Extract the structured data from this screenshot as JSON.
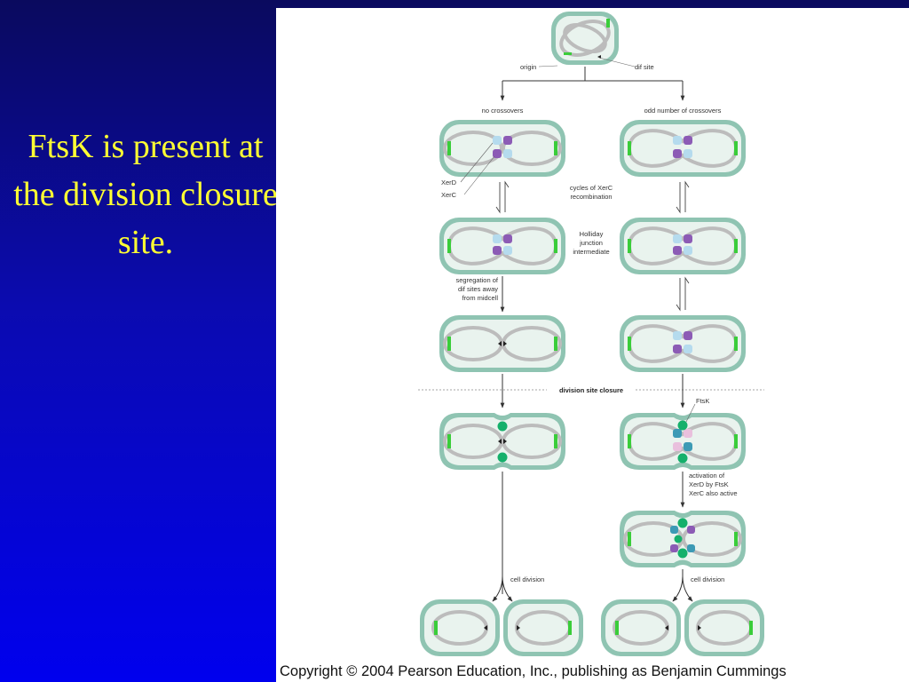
{
  "slide": {
    "title": "FtsK is present at the division closure site."
  },
  "diagram": {
    "labels": {
      "origin": "origin",
      "dif_site": "dif site",
      "no_crossovers": "no crossovers",
      "odd_crossovers": "odd number of crossovers",
      "xerd": "XerD",
      "xerc": "XerC",
      "cycles_1": "cycles of XerC",
      "cycles_2": "recombination",
      "holliday_1": "Holliday",
      "holliday_2": "junction",
      "holliday_3": "intermediate",
      "segregation_1": "segregation of",
      "segregation_2": "dif sites away",
      "segregation_3": "from midcell",
      "division_closure": "division site closure",
      "ftsk": "FtsK",
      "activation_1": "activation of",
      "activation_2": "XerD by FtsK",
      "activation_3": "XerC also active",
      "cell_division_left": "cell division",
      "cell_division_right": "cell division"
    },
    "colors": {
      "cell_wall": "#8fc4b2",
      "cytoplasm": "#e9f3ee",
      "dna": "#bcbcbc",
      "origin_green": "#3acd3a",
      "xerd_purple": "#8c5bb5",
      "xerc_lightblue": "#b5dbee",
      "ftsk_green": "#15b06b",
      "xer_teal": "#3c9ab5",
      "xerc_pink": "#e9c0dd"
    }
  },
  "footer": {
    "copyright": "Copyright © 2004 Pearson Education, Inc., publishing as Benjamin Cummings"
  }
}
